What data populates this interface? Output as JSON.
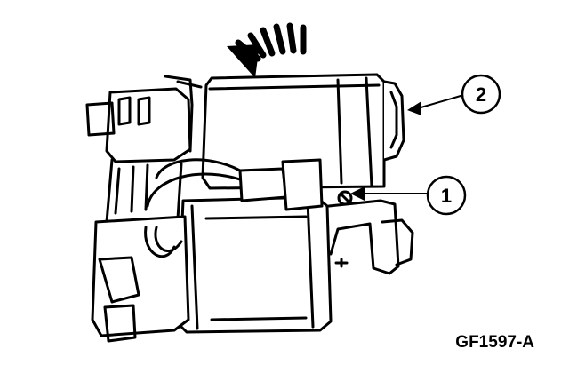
{
  "callouts": [
    {
      "number": "2"
    },
    {
      "number": "1"
    }
  ],
  "figure_id": "GF1597-A"
}
